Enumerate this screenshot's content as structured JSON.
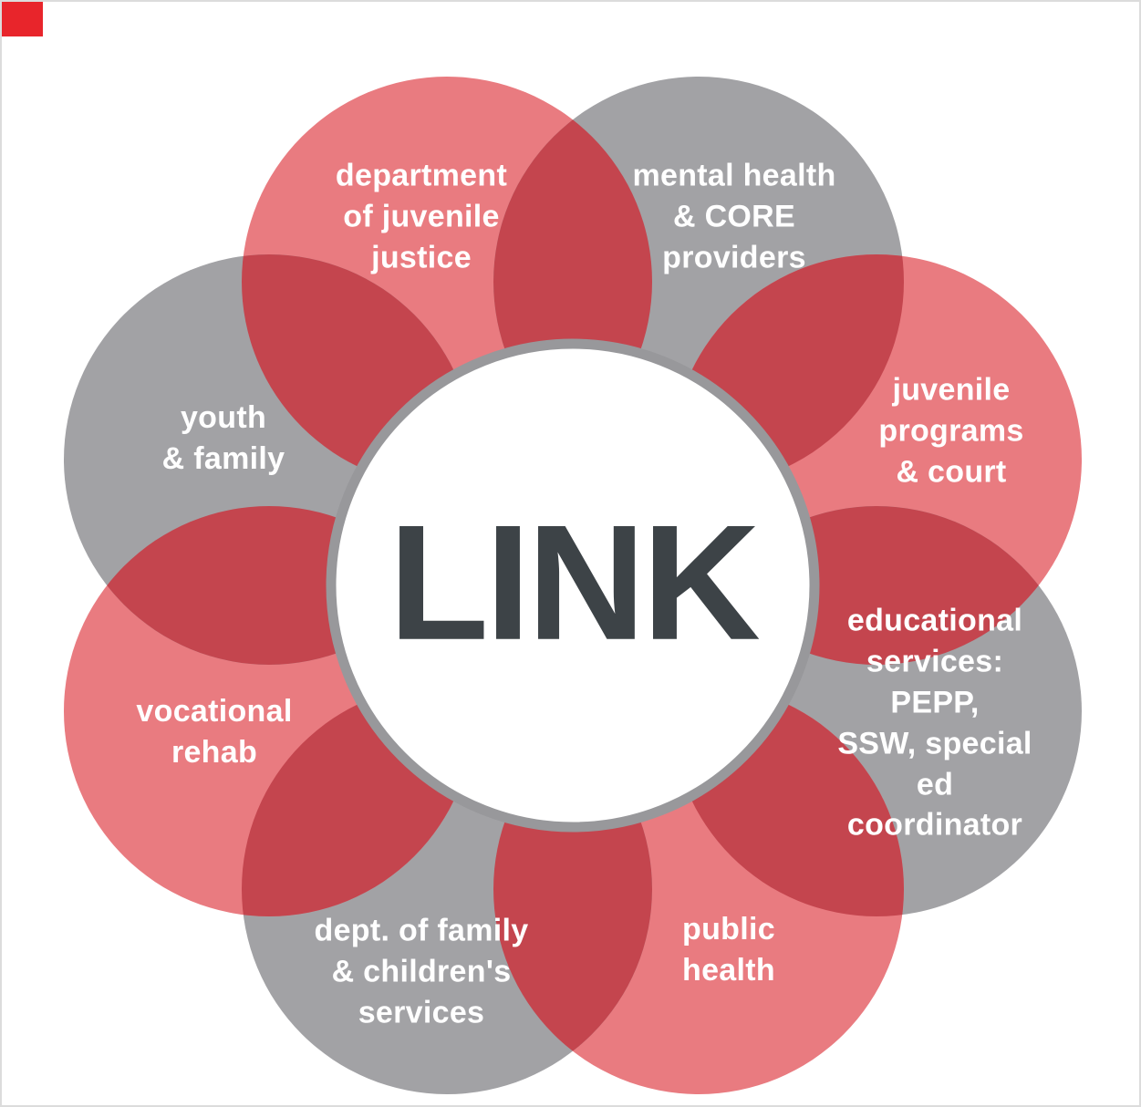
{
  "title": "LINK",
  "colors": {
    "petal_red": "#e97b80",
    "petal_gray": "#a2a2a5",
    "overlap_red": "#c4454e",
    "hub_fill": "#ffffff",
    "hub_ring": "#98989b",
    "title_text": "#3d4347",
    "label_text": "#ffffff",
    "corner_square": "#e8252b"
  },
  "petals": [
    {
      "id": "dept-juvenile-justice",
      "color": "red",
      "label": "department\nof juvenile\njustice"
    },
    {
      "id": "mental-health-core-providers",
      "color": "gray",
      "label": "mental health\n& CORE\nproviders"
    },
    {
      "id": "juvenile-programs-court",
      "color": "red",
      "label": "juvenile\nprograms\n& court"
    },
    {
      "id": "educational-services",
      "color": "gray",
      "label": "educational\nservices: PEPP,\nSSW, special ed\ncoordinator"
    },
    {
      "id": "public-health",
      "color": "red",
      "label": "public\nhealth"
    },
    {
      "id": "dept-family-childrens-services",
      "color": "gray",
      "label": "dept. of family\n& children's\nservices"
    },
    {
      "id": "vocational-rehab",
      "color": "red",
      "label": "vocational\nrehab"
    },
    {
      "id": "youth-family",
      "color": "gray",
      "label": "youth\n& family"
    }
  ]
}
